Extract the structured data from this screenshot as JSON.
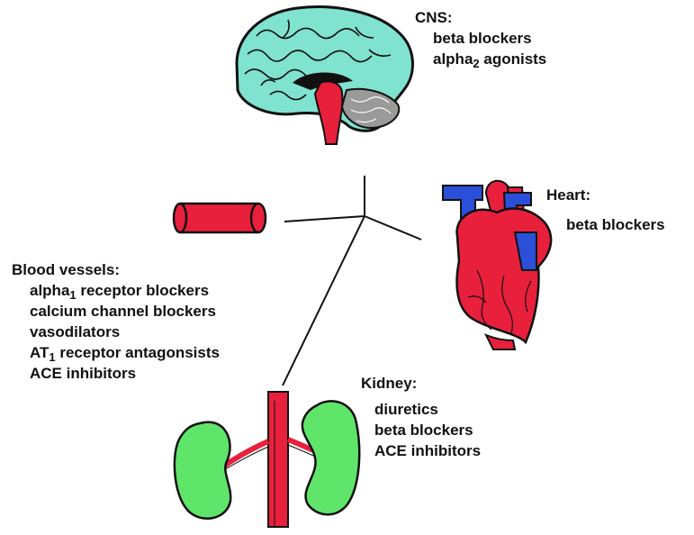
{
  "colors": {
    "brain": "#7fe3cf",
    "artery": "#e8203c",
    "vein": "#2a4fd8",
    "kidney": "#5fe66a",
    "outline": "#111111",
    "background": "#ffffff"
  },
  "cns": {
    "heading": "CNS:",
    "drug1": "beta blockers",
    "drug2_pre": "alpha",
    "drug2_sub": "2",
    "drug2_post": " agonists"
  },
  "heart": {
    "heading": "Heart:",
    "drug1": "beta blockers"
  },
  "vessels": {
    "heading": "Blood vessels:",
    "drug1_pre": "alpha",
    "drug1_sub": "1",
    "drug1_post": " receptor blockers",
    "drug2": "calcium channel blockers",
    "drug3": "vasodilators",
    "drug4_pre": "AT",
    "drug4_sub": "1",
    "drug4_post": " receptor antagonsists",
    "drug5": "ACE inhibitors"
  },
  "kidney": {
    "heading": "Kidney:",
    "drug1": "diuretics",
    "drug2": "beta blockers",
    "drug3": "ACE inhibitors"
  }
}
